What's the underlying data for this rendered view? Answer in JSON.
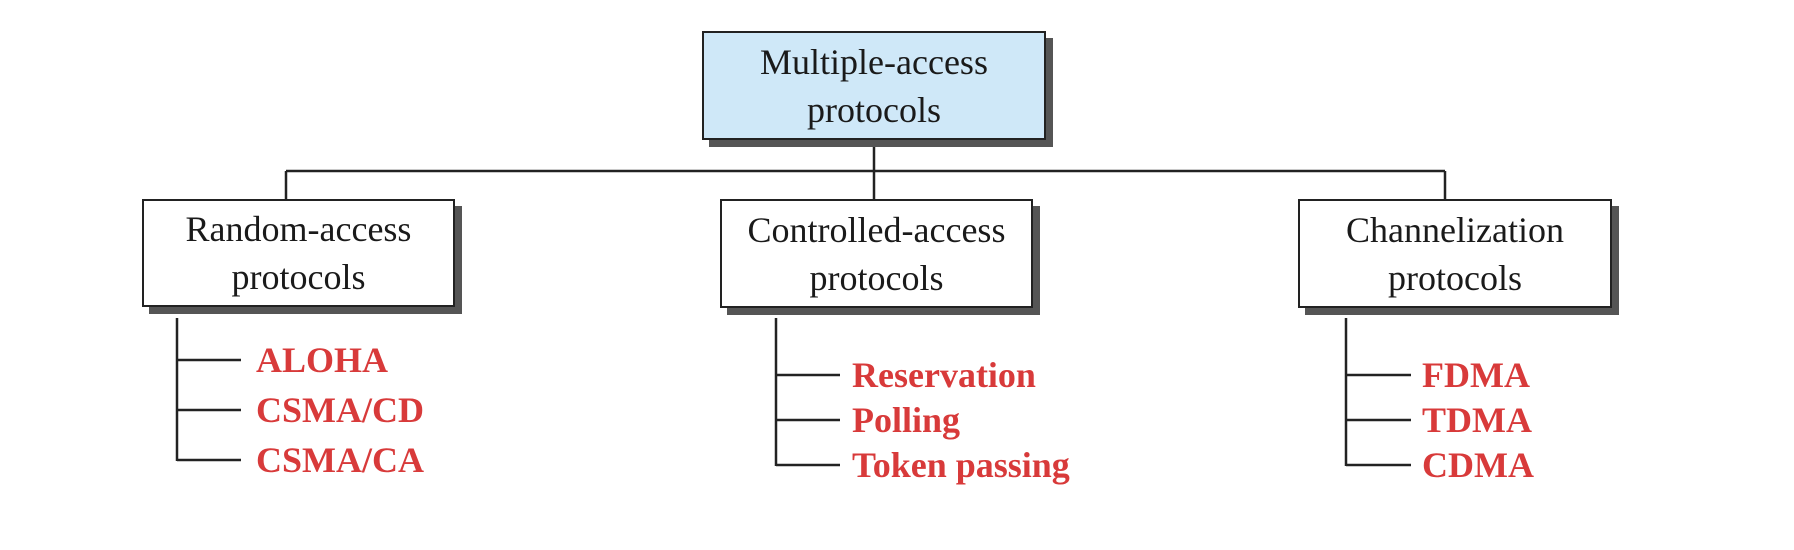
{
  "root": {
    "line1": "Multiple-access",
    "line2": "protocols"
  },
  "categories": [
    {
      "line1": "Random-access",
      "line2": "protocols",
      "items": [
        "ALOHA",
        "CSMA/CD",
        "CSMA/CA"
      ]
    },
    {
      "line1": "Controlled-access",
      "line2": "protocols",
      "items": [
        "Reservation",
        "Polling",
        "Token passing"
      ]
    },
    {
      "line1": "Channelization",
      "line2": "protocols",
      "items": [
        "FDMA",
        "TDMA",
        "CDMA"
      ]
    }
  ],
  "colors": {
    "root_fill": "#cfe8f8",
    "leaf_text": "#d83a3a",
    "box_text": "#1a1a1a",
    "line": "#222222"
  }
}
